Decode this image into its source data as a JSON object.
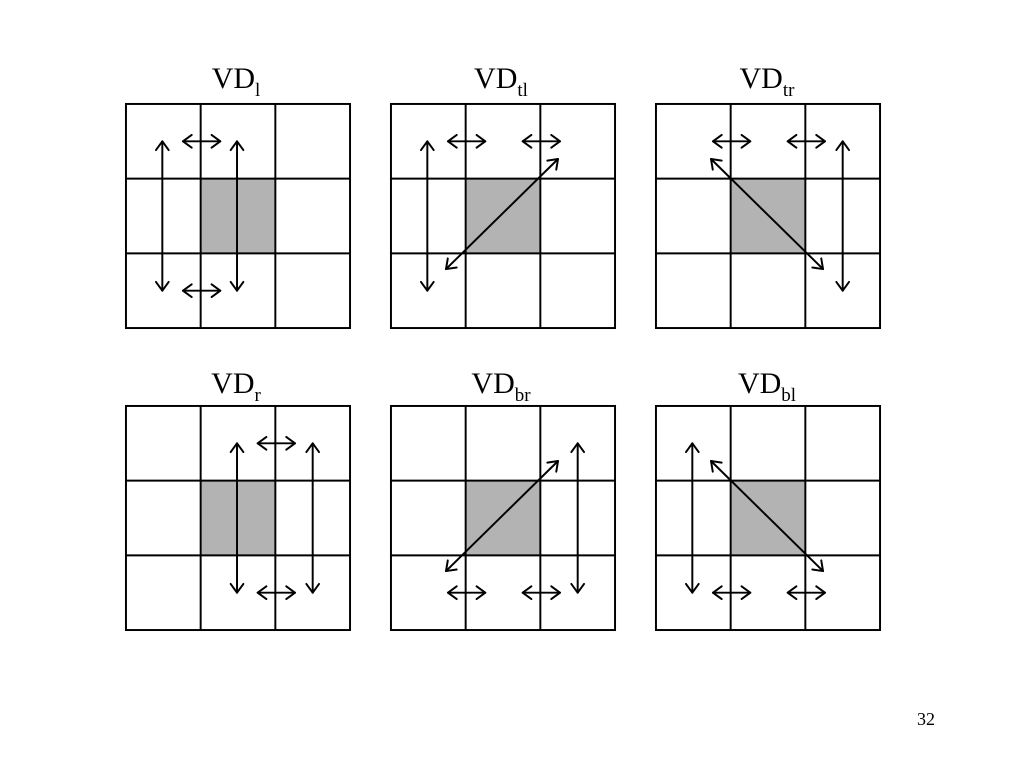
{
  "slide": {
    "page_number": "32",
    "shaded_cell_color": "#b3b3b3",
    "line_color": "#000000"
  },
  "panels": [
    {
      "id": "l",
      "title_main": "VD",
      "title_sub": "l",
      "shaded_cell": [
        1,
        1
      ],
      "arrows": [
        "vertical-left-long",
        "vertical-center",
        "horizontal-top-center",
        "horizontal-bottom-center"
      ]
    },
    {
      "id": "tl",
      "title_main": "VD",
      "title_sub": "tl",
      "shaded_cell": [
        1,
        1
      ],
      "arrows": [
        "vertical-left-long",
        "horizontal-top-left",
        "horizontal-top-right",
        "diagonal-bottom-left-to-top-right"
      ]
    },
    {
      "id": "tr",
      "title_main": "VD",
      "title_sub": "tr",
      "shaded_cell": [
        1,
        1
      ],
      "arrows": [
        "vertical-right-long",
        "horizontal-top-left",
        "horizontal-top-right",
        "diagonal-top-left-to-bottom-right"
      ]
    },
    {
      "id": "r",
      "title_main": "VD",
      "title_sub": "r",
      "shaded_cell": [
        1,
        1
      ],
      "arrows": [
        "vertical-center",
        "vertical-right-long",
        "horizontal-top-center",
        "horizontal-bottom-center"
      ]
    },
    {
      "id": "br",
      "title_main": "VD",
      "title_sub": "br",
      "shaded_cell": [
        1,
        1
      ],
      "arrows": [
        "vertical-right-long",
        "horizontal-bottom-left",
        "horizontal-bottom-right",
        "diagonal-bottom-left-to-top-right"
      ]
    },
    {
      "id": "bl",
      "title_main": "VD",
      "title_sub": "bl",
      "shaded_cell": [
        1,
        1
      ],
      "arrows": [
        "vertical-left-long",
        "horizontal-bottom-left",
        "horizontal-bottom-right",
        "diagonal-top-left-to-bottom-right"
      ]
    }
  ]
}
